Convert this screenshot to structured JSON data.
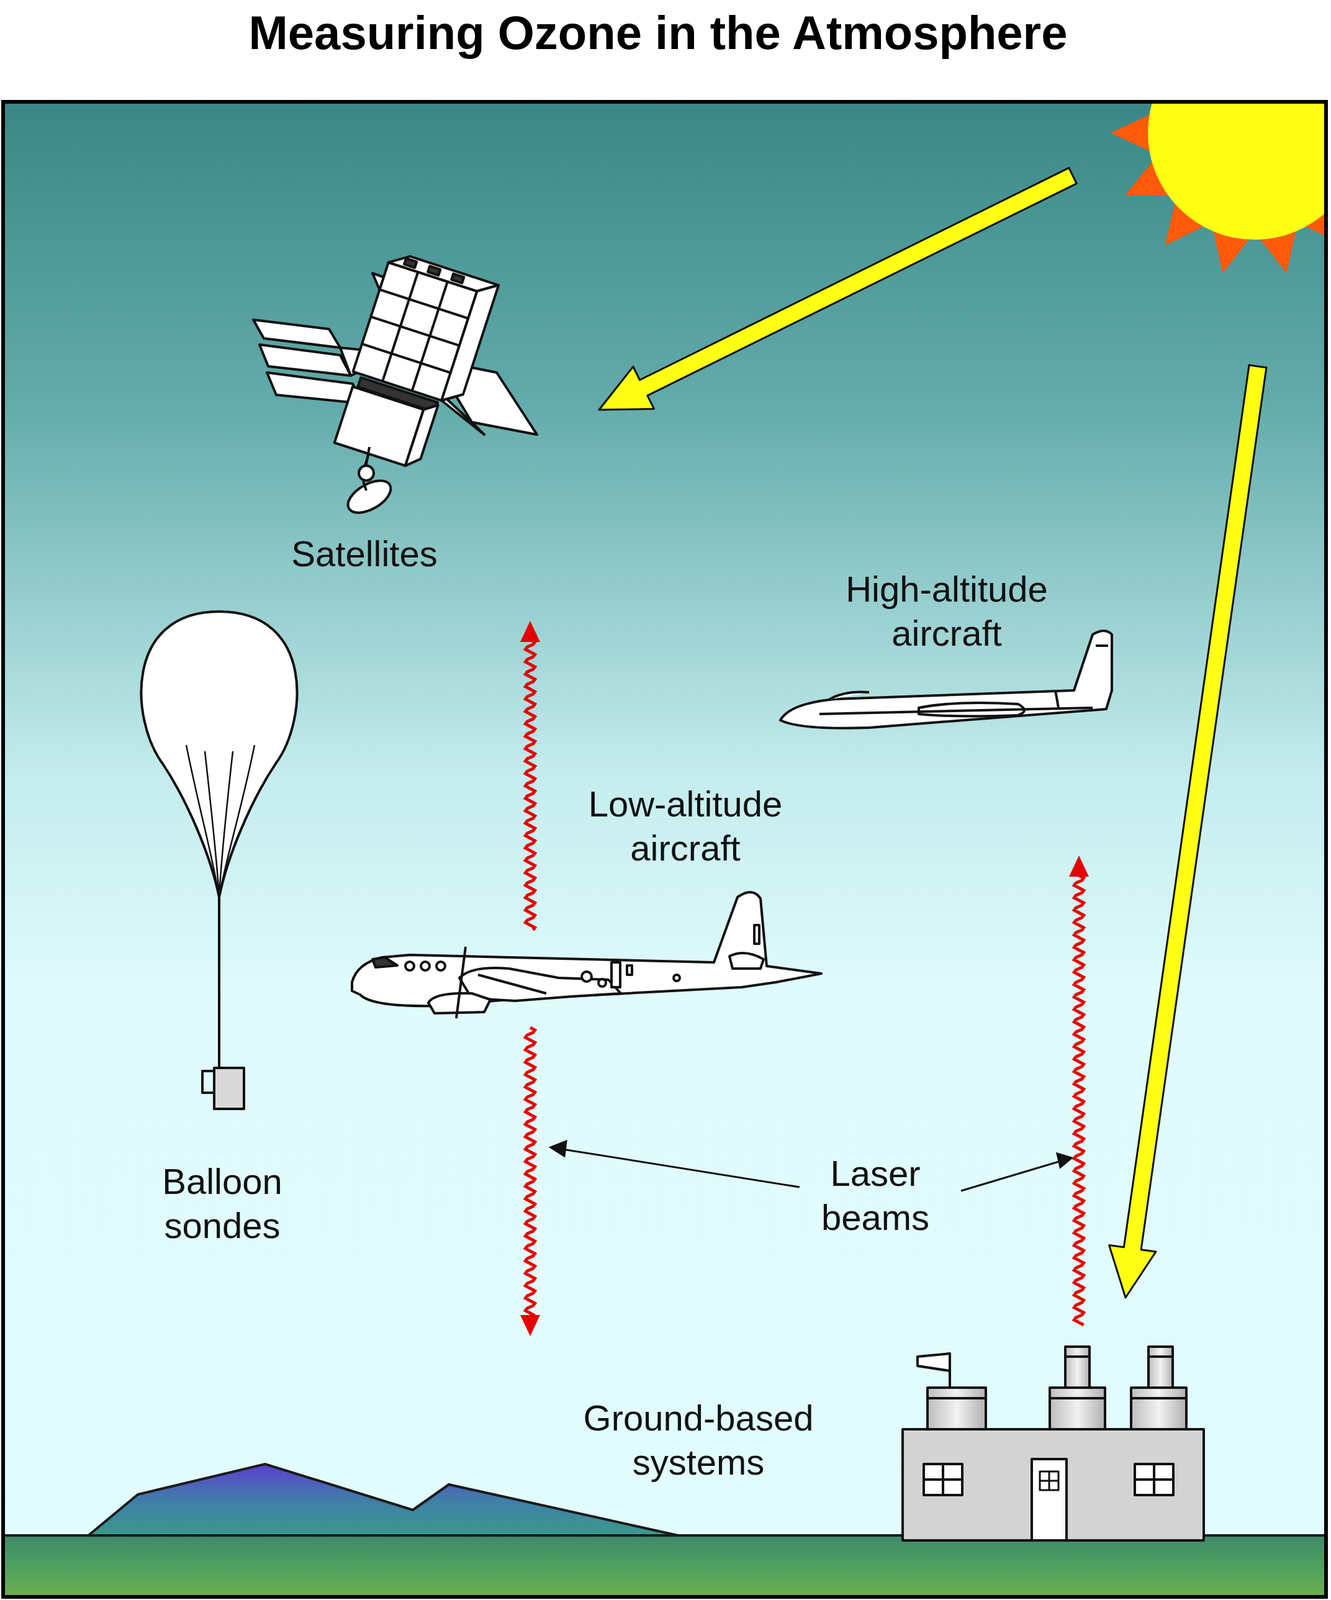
{
  "diagram": {
    "title": "Measuring Ozone in the Atmosphere",
    "labels": [
      "Satellites",
      "High-altitude aircraft",
      "Low-altitude aircraft",
      "Balloon sondes",
      "Laser beams",
      "Ground-based systems"
    ]
  }
}
